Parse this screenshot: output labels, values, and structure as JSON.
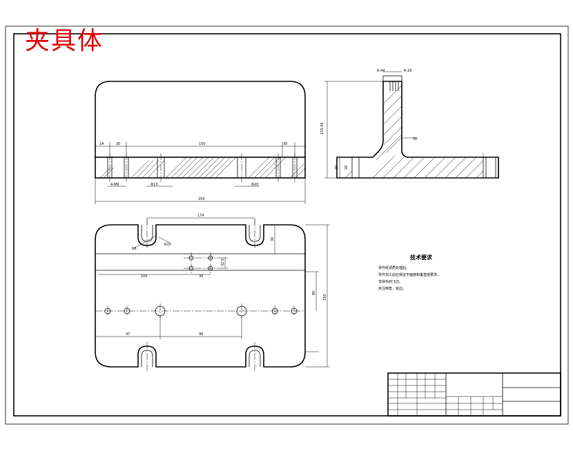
{
  "title": "夹具体",
  "dimensions": {
    "top_view_width": "250",
    "top_view_d1": "14",
    "top_view_d2": "30",
    "top_view_d3": "150",
    "top_view_d4": "30",
    "top_view_hole_left": "4-M6",
    "top_view_hole_mid": "Φ13",
    "top_view_hole_right": "Φ20",
    "side_height": "155.05",
    "side_d1": "30",
    "side_d2": "20",
    "side_top_left": "R-44",
    "side_top_right": "R-26",
    "side_mid": "30",
    "plan_top": "174",
    "plan_r1": "R6",
    "plan_r2": "R10",
    "plan_d1": "30",
    "plan_d2": "100",
    "plan_d3": "30",
    "plan_d4": "32.5",
    "plan_right1": "80",
    "plan_right2": "150",
    "plan_bot1": "47",
    "plan_bot2": "96"
  },
  "notes": {
    "heading": "技术要求",
    "lines": [
      "零件经调质处理后。",
      "零件加工后应保证平面度和垂直度要求。",
      "去除毛刺飞边。",
      "未注倒角，锐边。"
    ]
  }
}
